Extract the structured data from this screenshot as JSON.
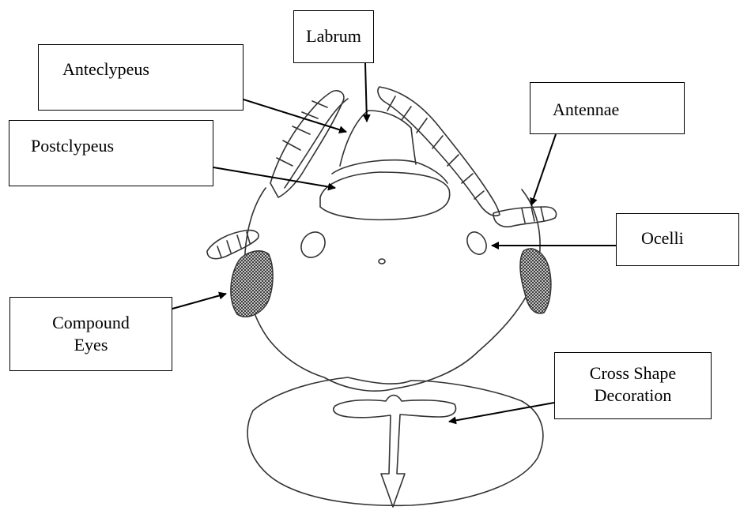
{
  "labels": {
    "labrum": "Labrum",
    "anteclypeus": "Anteclypeus",
    "postclypeus": "Postclypeus",
    "antennae": "Antennae",
    "ocelli": "Ocelli",
    "compound_eyes_line1": "Compound",
    "compound_eyes_line2": "Eyes",
    "cross_line1": "Cross Shape",
    "cross_line2": "Decoration"
  },
  "colors": {
    "stroke": "#000000",
    "background": "#ffffff",
    "eye_hatch": "#333333"
  }
}
